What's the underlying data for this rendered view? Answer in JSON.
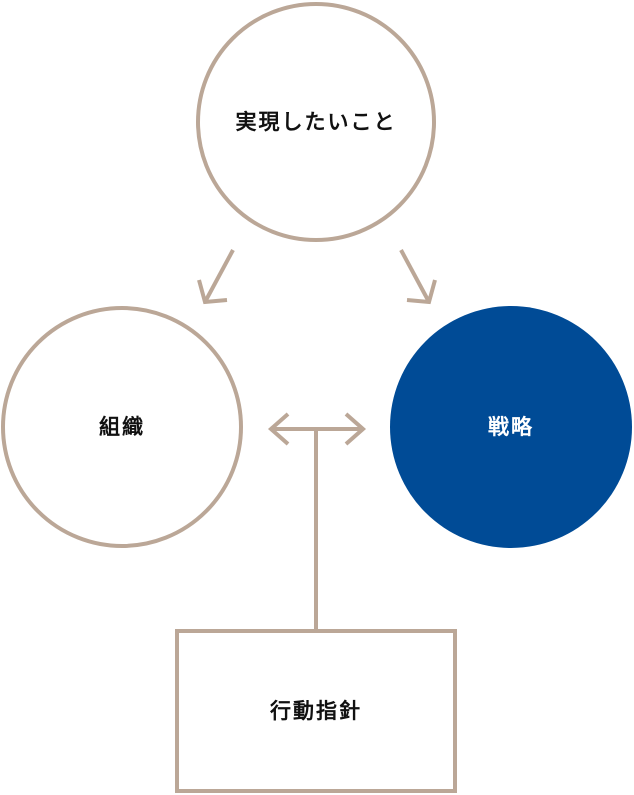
{
  "colors": {
    "stroke": "#BBA797",
    "accent_fill": "#004B96",
    "text_dark": "#111111",
    "text_light": "#FFFFFF",
    "background": "#FFFFFF"
  },
  "nodes": {
    "goal": {
      "label": "実現したいこと"
    },
    "organization": {
      "label": "組織"
    },
    "strategy": {
      "label": "戦略"
    },
    "guideline": {
      "label": "行動指針"
    }
  }
}
